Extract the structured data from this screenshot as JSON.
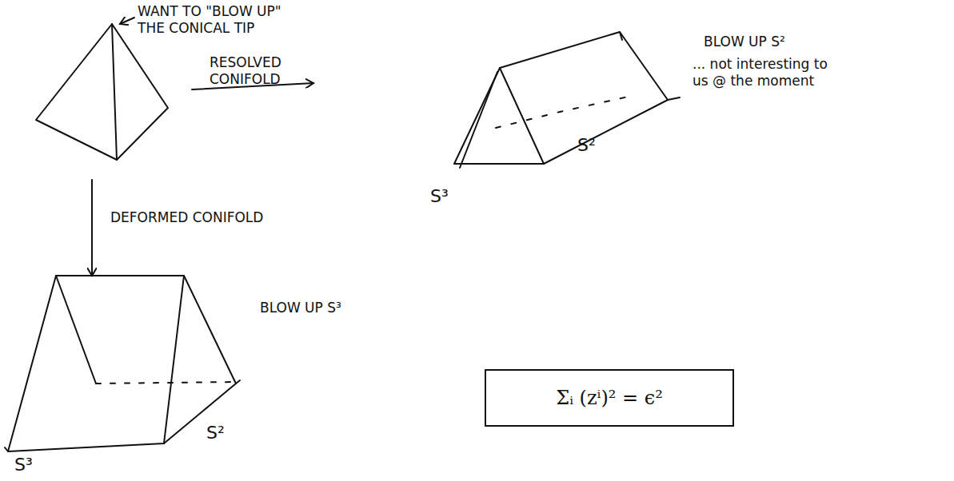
{
  "diagram": {
    "nodes": [
      {
        "text": [
          "Σᵢ (zⁱ)² = ϵ²"
        ]
      }
    ],
    "labels": [
      "WANT TO \"BLOW UP\" THE CONICAL TIP",
      "RESOLVED CONIFOLD",
      "BLOW UP S²",
      "... not interesting to us @ the moment",
      "S³",
      "S²",
      "DEFORMED CONIFOLD",
      "BLOW UP S³",
      "S²",
      "S³"
    ]
  }
}
